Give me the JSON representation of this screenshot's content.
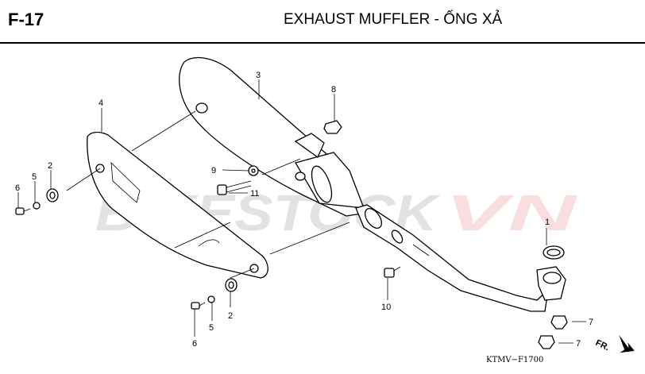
{
  "header": {
    "code": "F-17",
    "title": "EXHAUST MUFFLER - ỐNG XẢ"
  },
  "watermark": {
    "part1": "BIKESTOCK",
    "part2": "VN",
    "color1": "#9a9a9a",
    "color2": "#e88a8a"
  },
  "callouts": {
    "c1": "1",
    "c2a": "2",
    "c2b": "2",
    "c3": "3",
    "c4": "4",
    "c5a": "5",
    "c5b": "5",
    "c6a": "6",
    "c6b": "6",
    "c7a": "7",
    "c7b": "7",
    "c8": "8",
    "c9": "9",
    "c10": "10",
    "c11": "11"
  },
  "direction_label": "FR.",
  "diagram_code": "KTMV−F1700"
}
